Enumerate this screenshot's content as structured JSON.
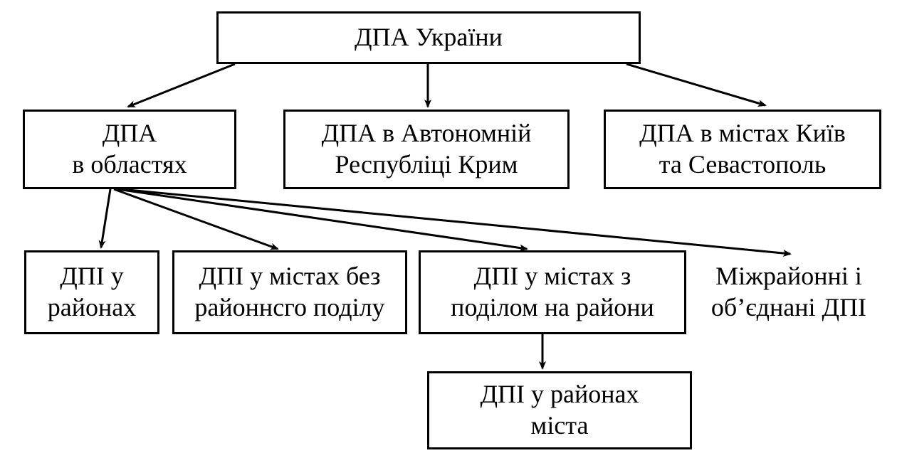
{
  "diagram": {
    "nodes": {
      "root": {
        "lines": [
          "ДПА України"
        ]
      },
      "oblasti": {
        "lines": [
          "ДПА",
          "в областях"
        ]
      },
      "krym": {
        "lines": [
          "ДПА в Автономній",
          "Республіці Крим"
        ]
      },
      "kyiv_sevastopol": {
        "lines": [
          "ДПА в містах Київ",
          "та Севастополь"
        ]
      },
      "dpi_raionakh": {
        "lines": [
          "ДПІ у",
          "районах"
        ]
      },
      "dpi_bez_podilu": {
        "lines": [
          "ДПІ у містах без",
          "районнсго поділу"
        ]
      },
      "dpi_z_podilom": {
        "lines": [
          "ДПІ у містах з",
          "поділом на райони"
        ]
      },
      "mizhraionni": {
        "lines": [
          "Міжрайонні і",
          "об’єднані ДПІ"
        ]
      },
      "dpi_raionakh_mista": {
        "lines": [
          "ДПІ у районах",
          "міста"
        ]
      }
    },
    "edges": [
      {
        "from": "root",
        "to": "oblasti"
      },
      {
        "from": "root",
        "to": "krym"
      },
      {
        "from": "root",
        "to": "kyiv_sevastopol"
      },
      {
        "from": "oblasti",
        "to": "dpi_raionakh"
      },
      {
        "from": "oblasti",
        "to": "dpi_bez_podilu"
      },
      {
        "from": "oblasti",
        "to": "dpi_z_podilom"
      },
      {
        "from": "oblasti",
        "to": "mizhraionni"
      },
      {
        "from": "dpi_z_podilom",
        "to": "dpi_raionakh_mista"
      }
    ]
  }
}
